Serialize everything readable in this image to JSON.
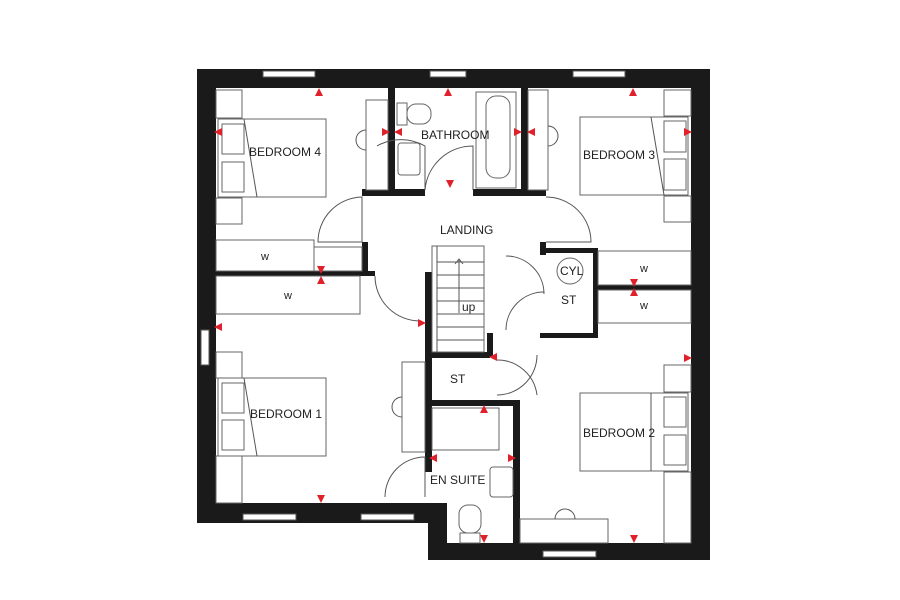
{
  "plan": {
    "rooms": {
      "bedroom4": "BEDROOM 4",
      "bathroom": "BATHROOM",
      "bedroom3": "BEDROOM 3",
      "landing": "LANDING",
      "bedroom1": "BEDROOM 1",
      "bedroom2": "BEDROOM 2",
      "en_suite": "EN SUITE",
      "store_upper": "ST",
      "store_lower": "ST",
      "cylinder": "CYL"
    },
    "wardrobes": [
      "w",
      "w",
      "w",
      "w"
    ],
    "stairs_label": "up",
    "colors": {
      "wall": "#1a1a1a",
      "marker": "#e0202a",
      "line": "#555555"
    }
  }
}
